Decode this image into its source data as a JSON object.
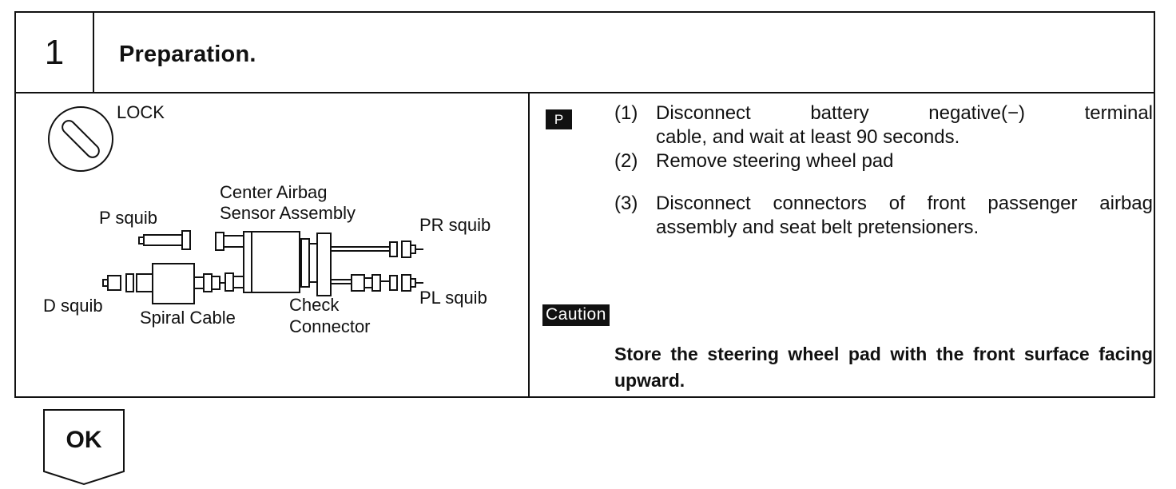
{
  "header": {
    "step_number": "1",
    "title": "Preparation."
  },
  "diagram": {
    "lock_label": "LOCK",
    "p_squib": "P squib",
    "center_airbag_line1": "Center Airbag",
    "center_airbag_line2": "Sensor Assembly",
    "pr_squib": "PR squib",
    "d_squib": "D squib",
    "spiral_cable": "Spiral Cable",
    "check_connector_line1": "Check",
    "check_connector_line2": "Connector",
    "pl_squib": "PL squib"
  },
  "instructions": {
    "badge": "P",
    "steps": [
      {
        "num": "(1)",
        "text_line1": "Disconnect battery negative(−) terminal",
        "text_line2": "cable, and wait at least 90 seconds."
      },
      {
        "num": "(2)",
        "text": "Remove steering wheel pad"
      },
      {
        "num": "(3)",
        "text": "Disconnect connectors of front passenger airbag assembly and seat belt pretensioners."
      }
    ]
  },
  "caution": {
    "badge": "Caution",
    "text": "Store the steering wheel pad with the front surface facing upward."
  },
  "result": {
    "label": "OK"
  }
}
